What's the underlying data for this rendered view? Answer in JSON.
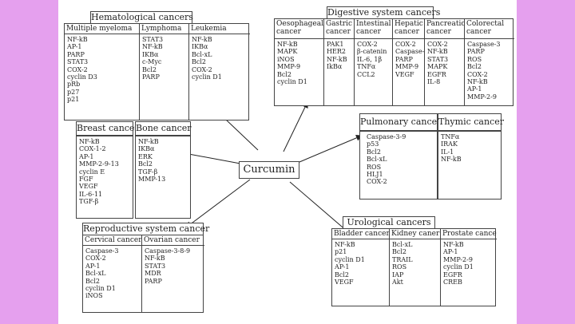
{
  "center": "Curcumin",
  "groups": {
    "hematological": {
      "title": "Hematological cancers",
      "columns": [
        {
          "name": "Multiple myeloma",
          "items": [
            "NF-kB",
            "AP-1",
            "PARP",
            "STAT3",
            "COX-2",
            "cyclin D3",
            "pRb",
            "p27",
            "p21"
          ]
        },
        {
          "name": "Lymphoma",
          "items": [
            "STAT3",
            "NF-kB",
            "IKBα",
            "c-Myc",
            "Bcl2",
            "PARP"
          ]
        },
        {
          "name": "Leukemia",
          "items": [
            "NF-kB",
            "IKBα",
            "Bcl-xL",
            "Bcl2",
            "COX-2",
            "cyclin D1"
          ]
        }
      ]
    },
    "digestive": {
      "title": "Digestive system cancers",
      "columns": [
        {
          "name": "Oesophageal cancer",
          "items": [
            "NF-kB",
            "MAPK",
            "iNOS",
            "MMP-9",
            "Bcl2",
            "cyclin D1"
          ]
        },
        {
          "name": "Gastric cancer",
          "items": [
            "PAK1",
            "HER2",
            "NF-kB",
            "IkBα"
          ]
        },
        {
          "name": "Intestinal cancer",
          "items": [
            "COX-2",
            "β-catenin",
            "IL-6, 1β",
            "TNFα",
            "CCL2"
          ]
        },
        {
          "name": "Hepatic cancer",
          "items": [
            "COX-2",
            "Caspase-3",
            "PARP",
            "MMP-9",
            "VEGF"
          ]
        },
        {
          "name": "Pancreatic cancer",
          "items": [
            "COX-2",
            "NF-kB",
            "STAT3",
            "MAPK",
            "EGFR",
            "IL-8"
          ]
        },
        {
          "name": "Colorectal cancer",
          "items": [
            "Caspase-3",
            "PARP",
            "ROS",
            "Bcl2",
            "COX-2",
            "NF-kB",
            "AP-1",
            "MMP-2-9"
          ]
        }
      ]
    },
    "breast_bone": {
      "columns": [
        {
          "name": "Breast cancer",
          "items": [
            "NF-kB",
            "COX-1-2",
            "AP-1",
            "MMP-2-9-13",
            "cyclin E",
            "FGF",
            "VEGF",
            "IL-6-11",
            "TGF-β"
          ]
        },
        {
          "name": "Bone cancer",
          "items": [
            "NF-kB",
            "IKBα",
            "ERK",
            "Bcl2",
            "TGF-β",
            "MMP-13"
          ]
        }
      ]
    },
    "pulmonary_thymic": {
      "columns": [
        {
          "name": "Pulmonary cancer",
          "items": [
            "Caspase-3-9",
            "p53",
            "Bcl2",
            "Bcl-xL",
            "ROS",
            "HLJ1",
            "COX-2"
          ]
        },
        {
          "name": "Thymic cancer",
          "items": [
            "TNFα",
            "IRAK",
            "IL-1",
            "NF-kB"
          ]
        }
      ]
    },
    "reproductive": {
      "title": "Reproductive system cancer",
      "columns": [
        {
          "name": "Cervical cancer",
          "items": [
            "Caspase-3",
            "COX-2",
            "AP-1",
            "Bcl-xL",
            "Bcl2",
            "cyclin D1",
            "iNOS"
          ]
        },
        {
          "name": "Ovarian cancer",
          "items": [
            "Caspase-3-8-9",
            "NF-kB",
            "STAT3",
            "MDR",
            "PARP"
          ]
        }
      ]
    },
    "urological": {
      "title": "Urological cancers",
      "columns": [
        {
          "name": "Bladder cancer",
          "items": [
            "NF-kB",
            "p21",
            "cyclin D1",
            "AP-1",
            "Bcl2",
            "VEGF"
          ]
        },
        {
          "name": "Kidney caner",
          "items": [
            "Bcl-xL",
            "Bcl2",
            "TRAIL",
            "ROS",
            "IAP",
            "Akt"
          ]
        },
        {
          "name": "Prostate cancer",
          "items": [
            "NF-kB",
            "AP-1",
            "MMP-2-9",
            "cyclin D1",
            "EGFR",
            "CREB"
          ]
        }
      ]
    }
  }
}
